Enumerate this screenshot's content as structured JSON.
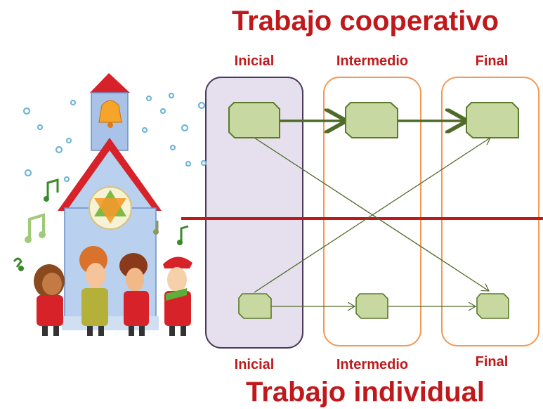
{
  "title_top": "Trabajo cooperativo",
  "title_bottom": "Trabajo individual",
  "stages_top": [
    "Inicial",
    "Intermedio",
    "Final"
  ],
  "stages_bottom": [
    "Inicial",
    "Intermedio",
    "Final"
  ],
  "colors": {
    "title_red": "#c0191c",
    "divider_red": "#c0191c",
    "initial_box_fill": "#e6e0ee",
    "initial_box_stroke": "#4b3a5c",
    "stage_box_stroke": "#f29a55",
    "node_fill": "#c7d9a0",
    "node_stroke": "#5a7a2a",
    "arrow": "#4f6b28"
  },
  "illustration": "church-with-carolers"
}
